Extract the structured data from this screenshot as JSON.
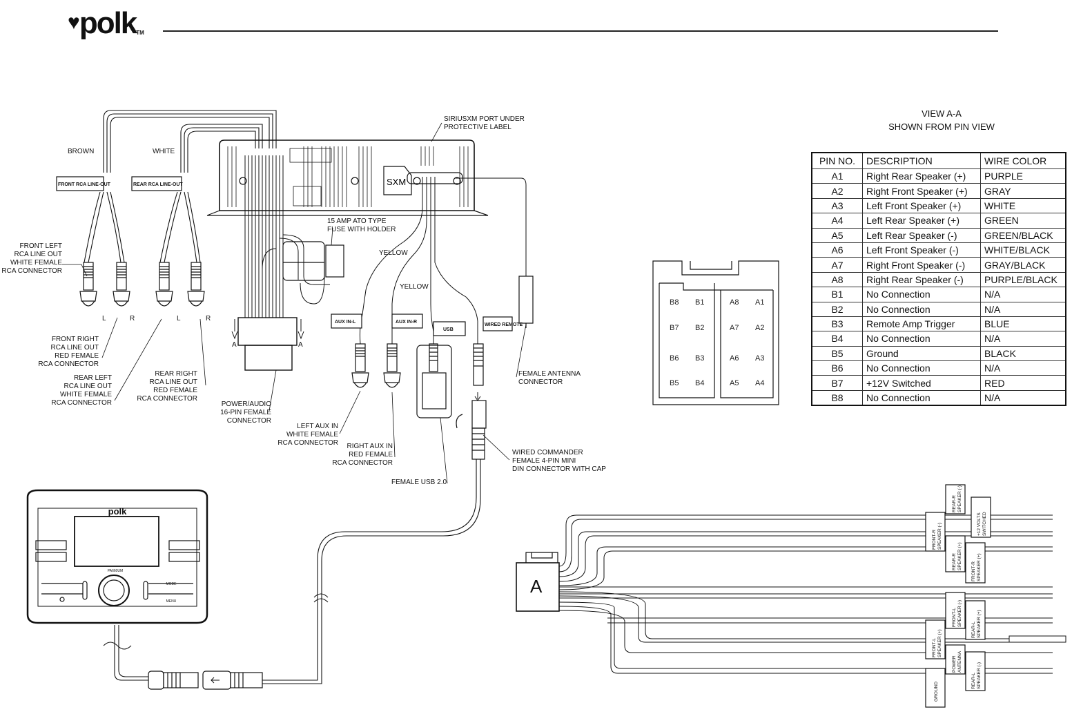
{
  "brand": {
    "name": "polk",
    "tm": "TM"
  },
  "view": {
    "title": "VIEW A-A",
    "subtitle": "SHOWN FROM PIN VIEW"
  },
  "pin_table": {
    "headers": [
      "PIN NO.",
      "DESCRIPTION",
      "WIRE COLOR"
    ],
    "rows": [
      [
        "A1",
        "Right Rear Speaker (+)",
        "PURPLE"
      ],
      [
        "A2",
        "Right Front Speaker (+)",
        "GRAY"
      ],
      [
        "A3",
        "Left Front Speaker (+)",
        "WHITE"
      ],
      [
        "A4",
        "Left Rear Speaker (+)",
        "GREEN"
      ],
      [
        "A5",
        "Left Rear Speaker (-)",
        "GREEN/BLACK"
      ],
      [
        "A6",
        "Left Front Speaker (-)",
        "WHITE/BLACK"
      ],
      [
        "A7",
        "Right Front Speaker (-)",
        "GRAY/BLACK"
      ],
      [
        "A8",
        "Right Rear Speaker (-)",
        "PURPLE/BLACK"
      ],
      [
        "B1",
        "No Connection",
        "N/A"
      ],
      [
        "B2",
        "No Connection",
        "N/A"
      ],
      [
        "B3",
        "Remote Amp Trigger",
        "BLUE"
      ],
      [
        "B4",
        "No Connection",
        "N/A"
      ],
      [
        "B5",
        "Ground",
        "BLACK"
      ],
      [
        "B6",
        "No Connection",
        "N/A"
      ],
      [
        "B7",
        "+12V Switched",
        "RED"
      ],
      [
        "B8",
        "No Connection",
        "N/A"
      ]
    ]
  },
  "connector_pins": {
    "left": [
      "B8",
      "B1",
      "B7",
      "B2",
      "B6",
      "B3",
      "B5",
      "B4"
    ],
    "right": [
      "A8",
      "A1",
      "A7",
      "A2",
      "A6",
      "A3",
      "A5",
      "A4"
    ]
  },
  "labels": {
    "brown": "BROWN",
    "white": "WHITE",
    "front_rca_line_out": "FRONT RCA LINE-OUT",
    "rear_rca_line_out": "REAR RCA LINE-OUT",
    "front_left": [
      "FRONT LEFT",
      "RCA LINE OUT",
      "WHITE FEMALE",
      "RCA CONNECTOR"
    ],
    "front_right": [
      "FRONT RIGHT",
      "RCA LINE OUT",
      "RED FEMALE",
      "RCA CONNECTOR"
    ],
    "rear_left": [
      "REAR LEFT",
      "RCA LINE OUT",
      "WHITE FEMALE",
      "RCA CONNECTOR"
    ],
    "rear_right": [
      "REAR RIGHT",
      "RCA LINE OUT",
      "RED FEMALE",
      "RCA CONNECTOR"
    ],
    "siriusxm": [
      "SIRIUSXM PORT UNDER",
      "PROTECTIVE LABEL"
    ],
    "sxm": "SXM",
    "fuse": [
      "15 AMP ATO TYPE",
      "FUSE WITH HOLDER"
    ],
    "yellow": "YELLOW",
    "power_audio": [
      "POWER/AUDIO",
      "16-PIN FEMALE",
      "CONNECTOR"
    ],
    "aux_in_l": "AUX IN-L",
    "aux_in_r": "AUX IN-R",
    "usb": "USB",
    "wired_remote": "WIRED REMOTE",
    "left_aux": [
      "LEFT AUX IN",
      "WHITE FEMALE",
      "RCA CONNECTOR"
    ],
    "right_aux": [
      "RIGHT AUX IN",
      "RED FEMALE",
      "RCA CONNECTOR"
    ],
    "female_usb": "FEMALE USB 2.0",
    "antenna": [
      "FEMALE ANTENNA",
      "CONNECTOR"
    ],
    "wired_commander": [
      "WIRED COMMANDER",
      "FEMALE 4-PIN MINI",
      "DIN CONNECTOR WITH CAP"
    ],
    "section_a": "A",
    "l": "L",
    "r": "R",
    "big_a": "A"
  },
  "harness_tags": {
    "rear_r_minus": [
      "REAR-R",
      "SPEAKER (-)"
    ],
    "v12_switched": [
      "+12 VOLTS",
      "SWITCHED"
    ],
    "front_r_minus": [
      "FRONT-R",
      "SPEAKER (-)"
    ],
    "rear_r_plus": [
      "REAR-R",
      "SPEAKER (+)"
    ],
    "front_r_plus": [
      "FRONT-R",
      "SPEAKER (+)"
    ],
    "front_l_minus": [
      "FRONT-L",
      "SPEAKER (-)"
    ],
    "rear_l_plus": [
      "REAR-L",
      "SPEAKER (+)"
    ],
    "front_l_plus": [
      "FRONT-L",
      "SPEAKER (+)"
    ],
    "power_antenna": [
      "POWER",
      "ANTENNA"
    ],
    "rear_l_minus": [
      "REAR-L",
      "SPEAKER (-)"
    ],
    "ground": [
      "GROUND"
    ]
  },
  "head_unit": {
    "brand": "polk",
    "line": "PA660UM",
    "mode": "MODE",
    "menu": "MENU"
  }
}
